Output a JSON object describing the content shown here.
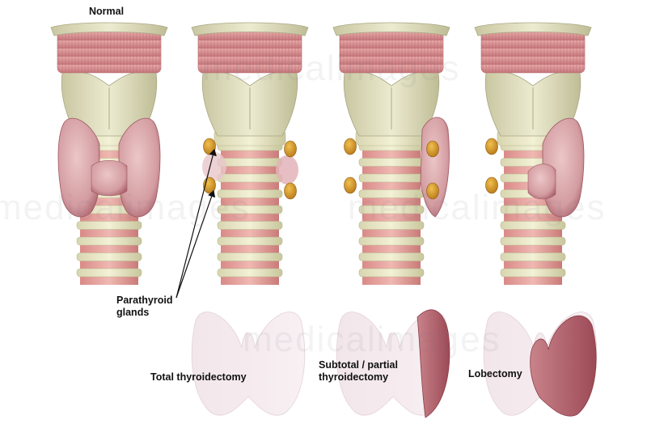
{
  "watermark": "medicalimages",
  "labels": {
    "normal": "Normal",
    "parathyroid_line1": "Parathyroid",
    "parathyroid_line2": "glands",
    "total": "Total thyroidectomy",
    "subtotal_line1": "Subtotal / partial",
    "subtotal_line2": "thyroidectomy",
    "lobectomy": "Lobectomy"
  },
  "panels": [
    {
      "id": "normal",
      "thyroid": "both-lobes",
      "parathyroids_visible": true
    },
    {
      "id": "total",
      "thyroid": "removed",
      "parathyroids_visible": true
    },
    {
      "id": "subtotal",
      "thyroid": "partial-right-lobe",
      "parathyroids_visible": true
    },
    {
      "id": "lobectomy",
      "thyroid": "right-lobe-and-isthmus",
      "parathyroids_visible": true
    }
  ],
  "colors": {
    "cartilage": "#e8e6c6",
    "cartilage_shadow": "#c9c7a2",
    "muscle": "#d98f91",
    "thyroid": "#d9a4a8",
    "thyroid_dark": "#a8555e",
    "parathyroid": "#d79a2a",
    "ghost_thyroid": "#f3e8ec"
  }
}
